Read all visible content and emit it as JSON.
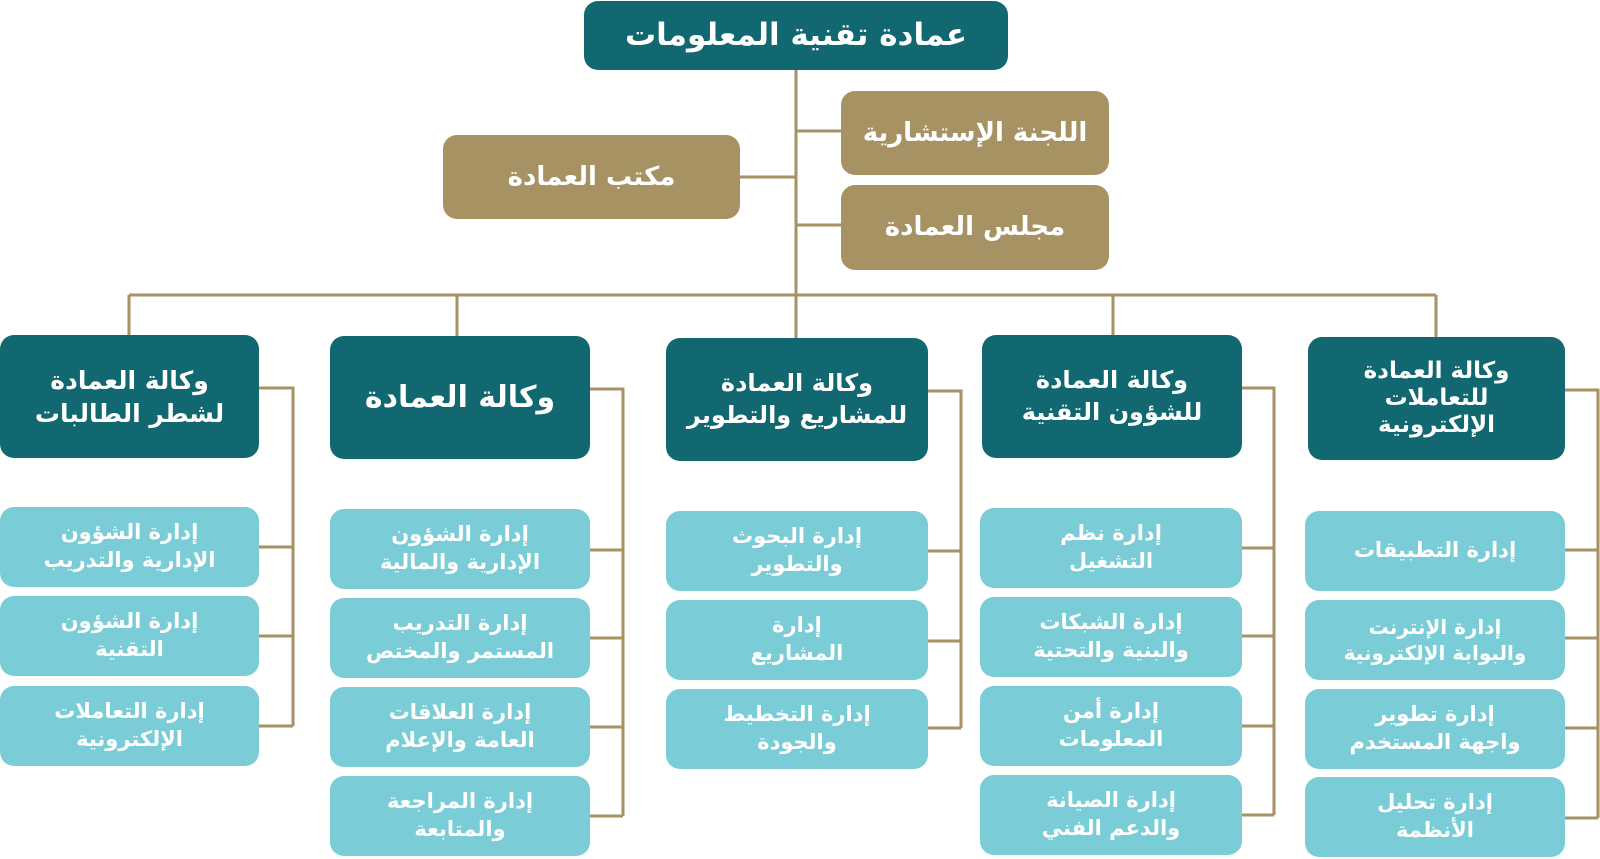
{
  "root": {
    "label": "عمادة تقنية المعلومات"
  },
  "side": {
    "advisory_committee": "اللجنة الإستشارية",
    "deanship_office": "مكتب العمادة",
    "deanship_council": "مجلس العمادة"
  },
  "colors": {
    "dark_teal": "#116870",
    "gold": "#a69263",
    "light_teal": "#7acdd6",
    "connector": "#a69263"
  },
  "columns": [
    {
      "head": [
        "وكالة العمادة",
        "لشطر الطالبات"
      ],
      "departments": [
        [
          "إدارة الشؤون",
          "الإدارية والتدريب"
        ],
        [
          "إدارة الشؤون",
          "التقنية"
        ],
        [
          "إدارة التعاملات",
          "الإلكترونية"
        ]
      ]
    },
    {
      "head": [
        "وكالة العمادة"
      ],
      "departments": [
        [
          "إدارة الشؤون",
          "الإدارية والمالية"
        ],
        [
          "إدارة التدريب",
          "المستمر والمختص"
        ],
        [
          "إدارة العلاقات",
          "العامة والإعلام"
        ],
        [
          "إدارة المراجعة",
          "والمتابعة"
        ]
      ]
    },
    {
      "head": [
        "وكالة العمادة",
        "للمشاريع والتطوير"
      ],
      "departments": [
        [
          "إدارة البحوث",
          "والتطوير"
        ],
        [
          "إدارة",
          "المشاريع"
        ],
        [
          "إدارة التخطيط",
          "والجودة"
        ]
      ]
    },
    {
      "head": [
        "وكالة العمادة",
        "للشؤون التقنية"
      ],
      "departments": [
        [
          "إدارة نظم",
          "التشغيل"
        ],
        [
          "إدارة الشبكات",
          "والبنية والتحتية"
        ],
        [
          "إدارة أمن",
          "المعلومات"
        ],
        [
          "إدارة الصيانة",
          "والدعم الفني"
        ]
      ]
    },
    {
      "head": [
        "وكالة العمادة",
        "للتعاملات",
        "الإلكترونية"
      ],
      "departments": [
        [
          "إدارة التطبيقات"
        ],
        [
          "إدارة الإنترنت",
          "والبوابة الإلكترونية"
        ],
        [
          "إدارة تطوير",
          "واجهة المستخدم"
        ],
        [
          "إدارة تحليل",
          "الأنظمة"
        ]
      ]
    }
  ]
}
